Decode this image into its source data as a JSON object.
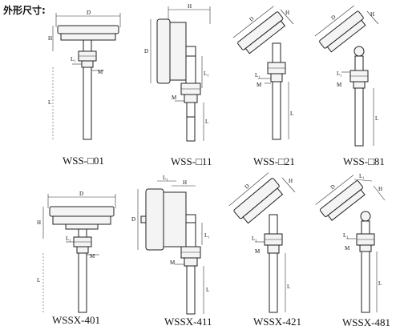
{
  "title": "外形尺寸:",
  "dim_letters": {
    "D": "D",
    "H": "H",
    "L": "L",
    "L1": "L₁",
    "M": "M"
  },
  "models": [
    {
      "id": "WSS-01",
      "prefix": "WSS-",
      "suffix": "01"
    },
    {
      "id": "WSS-11",
      "prefix": "WSS-",
      "suffix": "11"
    },
    {
      "id": "WSS-21",
      "prefix": "WSS-",
      "suffix": "21"
    },
    {
      "id": "WSS-81",
      "prefix": "WSS-",
      "suffix": "81"
    },
    {
      "id": "WSSX-401",
      "label": "WSSX-401"
    },
    {
      "id": "WSSX-411",
      "label": "WSSX-411"
    },
    {
      "id": "WSSX-421",
      "label": "WSSX-421"
    },
    {
      "id": "WSSX-481",
      "label": "WSSX-481"
    }
  ]
}
